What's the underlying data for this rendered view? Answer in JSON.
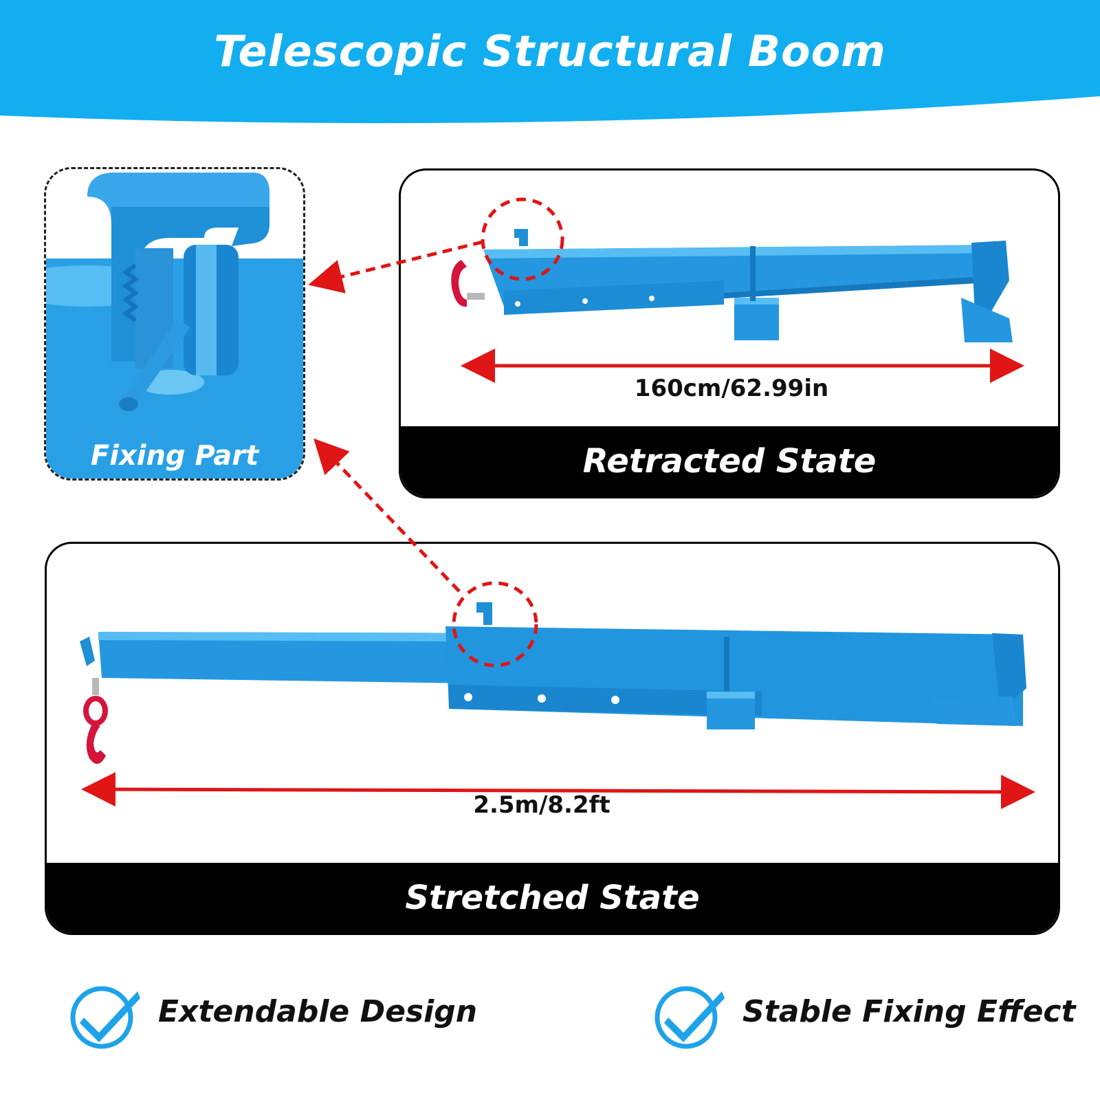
{
  "header": {
    "title": "Telescopic Structural Boom"
  },
  "fixing_part": {
    "label": "Fixing Part"
  },
  "retracted": {
    "dimension": "160cm/62.99in",
    "state_label": "Retracted State"
  },
  "stretched": {
    "dimension": "2.5m/8.2ft",
    "state_label": "Stretched State"
  },
  "features": [
    {
      "label": "Extendable Design",
      "icon": "check-circle-icon"
    },
    {
      "label": "Stable Fixing Effect",
      "icon": "check-circle-icon"
    }
  ],
  "colors": {
    "banner": "#12aef0",
    "boom": "#1e8fd8",
    "arrow": "#e01515",
    "hook": "#d4143a",
    "check": "#1ea3e8"
  }
}
